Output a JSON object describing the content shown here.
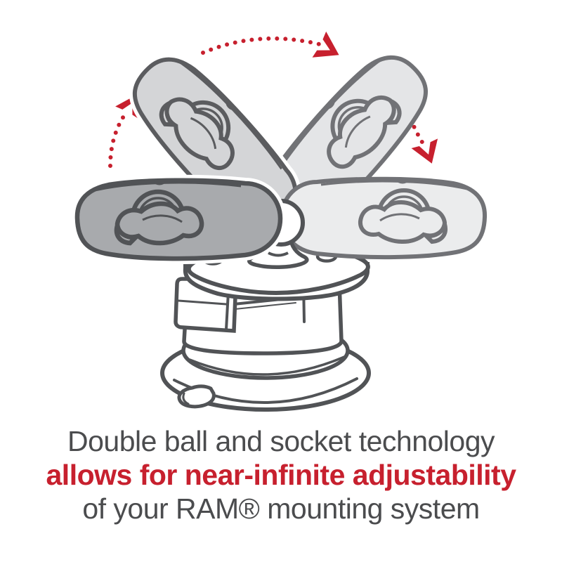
{
  "caption": {
    "line1": "Double ball and socket technology",
    "line2": "allows for near-infinite adjustability",
    "line3": "of your RAM® mounting system"
  },
  "colors": {
    "accent_red": "#c7202e",
    "text_gray": "#4b4c4e",
    "outline_dark": "#515356",
    "outline_mid": "#5b5c5f",
    "outline_light": "#717276",
    "arm_dark": "#a8aaad",
    "arm_mid": "#d4d5d7",
    "arm_light": "#e4e5e7",
    "arm_lighter": "#ebeced",
    "base_fill": "#ffffff"
  },
  "illustration": {
    "subject": "RAM twist-lock suction cup mount with double socket arm shown in four swung positions",
    "icons": [
      "rotation-arrow-left-icon",
      "rotation-arrow-top-icon",
      "rotation-arrow-right-icon"
    ]
  }
}
